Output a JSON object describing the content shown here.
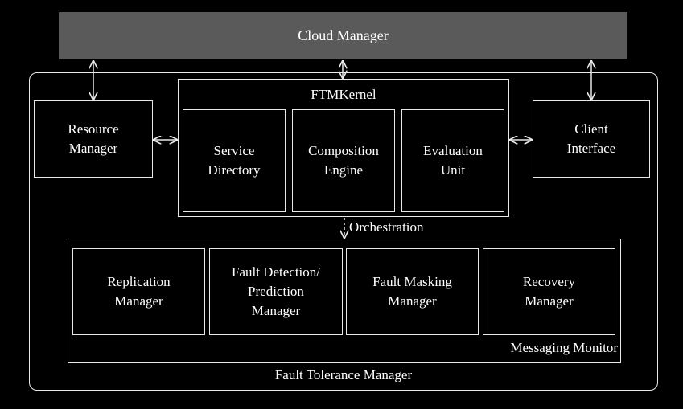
{
  "cloud_manager": "Cloud Manager",
  "outer_label": "Fault Tolerance Manager",
  "ftm_kernel": {
    "title": "FTMKernel",
    "components": [
      "Service\nDirectory",
      "Composition\nEngine",
      "Evaluation\nUnit"
    ]
  },
  "resource_manager": "Resource\nManager",
  "client_interface": "Client\nInterface",
  "orchestration": "Orchestration",
  "messaging_monitor": {
    "label": "Messaging Monitor",
    "components": [
      "Replication\nManager",
      "Fault Detection/\nPrediction\nManager",
      "Fault Masking\nManager",
      "Recovery\nManager"
    ]
  },
  "colors": {
    "background": "#000000",
    "cloud_manager_fill": "#5a5a5a",
    "stroke": "#e8e8e8",
    "text": "#ffffff"
  }
}
